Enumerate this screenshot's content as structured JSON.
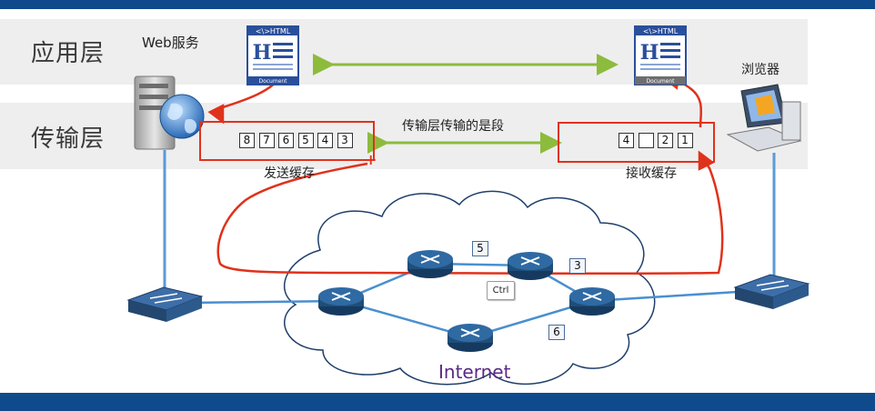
{
  "layers": {
    "application": "应用层",
    "transport": "传输层"
  },
  "labels": {
    "server": "Web服务",
    "browser": "浏览器",
    "transport_note": "传输层传输的是段",
    "send_buffer": "发送缓存",
    "recv_buffer": "接收缓存",
    "internet": "Internet",
    "ctrl": "Ctrl",
    "plus": "+"
  },
  "documents": {
    "title": "<\\>HTML",
    "footer": "Document"
  },
  "send_segments": [
    "8",
    "7",
    "6",
    "5",
    "4",
    "3"
  ],
  "recv_segments": [
    "4",
    "",
    "2",
    "1"
  ],
  "network_segments": [
    "5",
    "3",
    "6"
  ],
  "colors": {
    "bar": "#0e4a8c",
    "arrow_green": "#8dbb3c",
    "annotation_red": "#e0321b",
    "link_blue": "#5b9bd5",
    "router": "#1f4e79"
  }
}
